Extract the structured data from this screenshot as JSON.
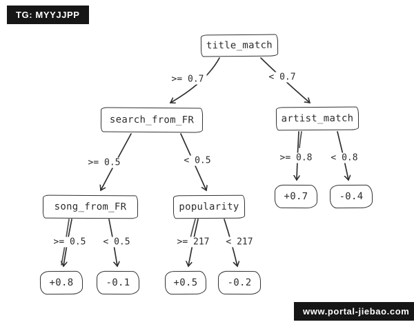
{
  "watermarks": {
    "top_left": "TG: MYYJJPP",
    "bottom_right": "www.portal-jiebao.com"
  },
  "tree": {
    "type": "decision-tree",
    "nodes": {
      "title_match": "title_match",
      "search_from_FR": "search_from_FR",
      "artist_match": "artist_match",
      "song_from_FR": "song_from_FR",
      "popularity": "popularity",
      "leaf_plus_0_7": "+0.7",
      "leaf_minus_0_4": "-0.4",
      "leaf_plus_0_8": "+0.8",
      "leaf_minus_0_1": "-0.1",
      "leaf_plus_0_5": "+0.5",
      "leaf_minus_0_2": "-0.2"
    },
    "edge_labels": {
      "title_left": ">= 0.7",
      "title_right": "< 0.7",
      "search_left": ">= 0.5",
      "search_right": "< 0.5",
      "artist_left": ">= 0.8",
      "artist_right": "< 0.8",
      "song_left": ">= 0.5",
      "song_right": "< 0.5",
      "popularity_left": ">= 217",
      "popularity_right": "< 217"
    },
    "colors": {
      "stroke": "#2f2f2f",
      "badge_bg": "#161616",
      "badge_text": "#ffffff",
      "background": "#ffffff"
    }
  }
}
